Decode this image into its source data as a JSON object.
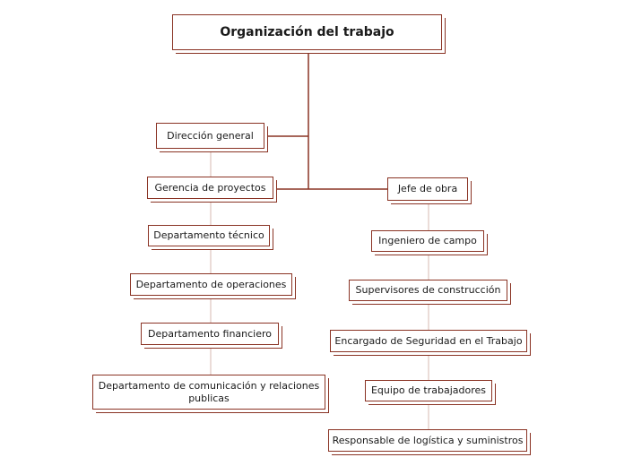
{
  "root": {
    "label": "Organización del trabajo"
  },
  "left": [
    {
      "label": "Dirección general"
    },
    {
      "label": "Gerencia de proyectos"
    },
    {
      "label": "Departamento técnico"
    },
    {
      "label": "Departamento de operaciones"
    },
    {
      "label": "Departamento financiero"
    },
    {
      "label": "Departamento de comunicación y relaciones publicas"
    }
  ],
  "right": [
    {
      "label": "Jefe de obra"
    },
    {
      "label": "Ingeniero de campo"
    },
    {
      "label": "Supervisores de construcción"
    },
    {
      "label": "Encargado de Seguridad en el Trabajo"
    },
    {
      "label": "Equipo de trabajadores"
    },
    {
      "label": "Responsable de logística y suministros"
    }
  ],
  "colors": {
    "border": "#8a3324",
    "main_connector": "#8a3324",
    "chain_connector": "#d7b8b0"
  }
}
